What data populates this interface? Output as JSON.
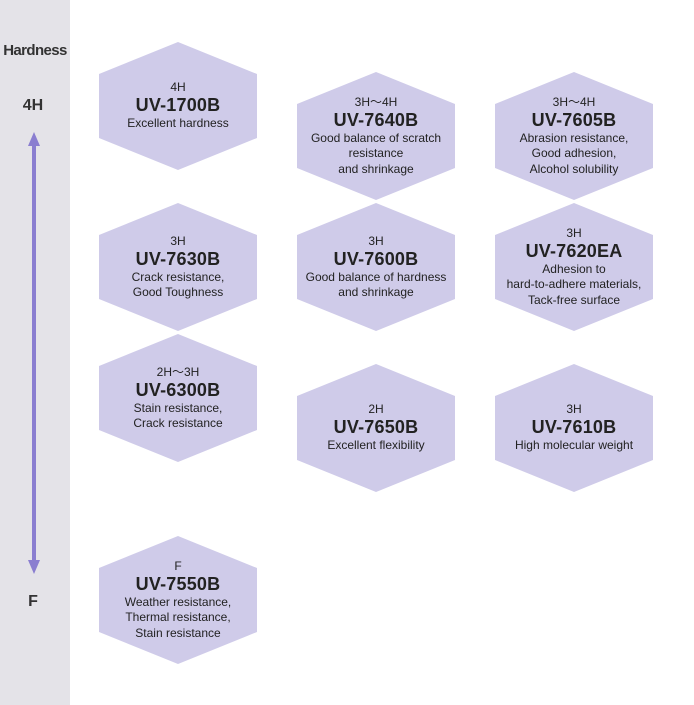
{
  "axis": {
    "title": "Hardness",
    "top_label": "4H",
    "bottom_label": "F"
  },
  "colors": {
    "sidebar": "#e4e3e8",
    "arrow": "#8a7ed0",
    "hexagon": "#cfcbe9"
  },
  "products": [
    {
      "id": "uv-1700b",
      "grade": "4H",
      "code": "UV-1700B",
      "desc": "Excellent hardness"
    },
    {
      "id": "uv-7640b",
      "grade": "3H～4H",
      "code": "UV-7640B",
      "desc": "Good balance of scratch\nresistance\nand shrinkage"
    },
    {
      "id": "uv-7605b",
      "grade": "3H～4H",
      "code": "UV-7605B",
      "desc": "Abrasion resistance,\nGood adhesion,\nAlcohol solubility"
    },
    {
      "id": "uv-7630b",
      "grade": "3H",
      "code": "UV-7630B",
      "desc": "Crack resistance,\nGood Toughness"
    },
    {
      "id": "uv-7600b",
      "grade": "3H",
      "code": "UV-7600B",
      "desc": "Good balance of hardness\nand shrinkage"
    },
    {
      "id": "uv-7620ea",
      "grade": "3H",
      "code": "UV-7620EA",
      "desc": "Adhesion to\nhard-to-adhere materials,\nTack-free surface"
    },
    {
      "id": "uv-6300b",
      "grade": "2H～3H",
      "code": "UV-6300B",
      "desc": "Stain resistance,\nCrack resistance"
    },
    {
      "id": "uv-7650b",
      "grade": "2H",
      "code": "UV-7650B",
      "desc": "Excellent flexibility"
    },
    {
      "id": "uv-7610b",
      "grade": "3H",
      "code": "UV-7610B",
      "desc": "High molecular weight"
    },
    {
      "id": "uv-7550b",
      "grade": "F",
      "code": "UV-7550B",
      "desc": "Weather resistance,\nThermal resistance,\nStain resistance"
    }
  ]
}
